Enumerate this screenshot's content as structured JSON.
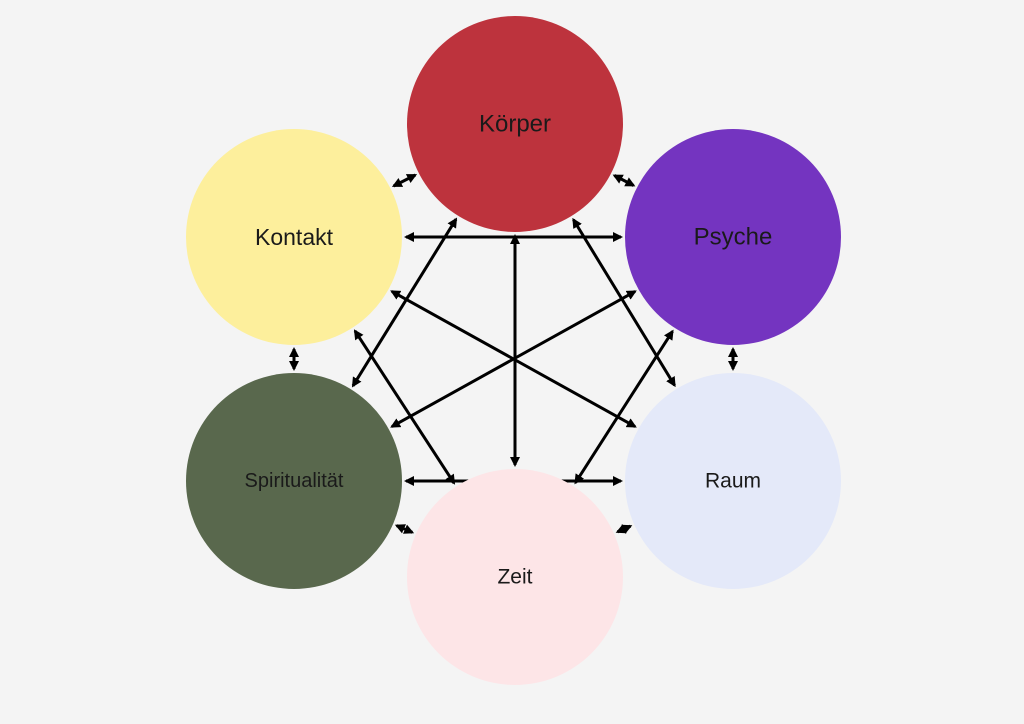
{
  "background_color": "#f4f4f4",
  "arrow_color": "#000000",
  "nodes": [
    {
      "id": "koerper",
      "label": "Körper",
      "color": "#bd333d"
    },
    {
      "id": "psyche",
      "label": "Psyche",
      "color": "#7434c0"
    },
    {
      "id": "raum",
      "label": "Raum",
      "color": "#e4e9f9"
    },
    {
      "id": "zeit",
      "label": "Zeit",
      "color": "#fde5e7"
    },
    {
      "id": "spiritualitaet",
      "label": "Spiritualität",
      "color": "#59684d"
    },
    {
      "id": "kontakt",
      "label": "Kontakt",
      "color": "#fdef9c"
    }
  ],
  "connections": [
    [
      "kontakt",
      "koerper"
    ],
    [
      "koerper",
      "psyche"
    ],
    [
      "psyche",
      "raum"
    ],
    [
      "raum",
      "zeit"
    ],
    [
      "zeit",
      "spiritualitaet"
    ],
    [
      "spiritualitaet",
      "kontakt"
    ],
    [
      "koerper",
      "zeit"
    ],
    [
      "koerper",
      "raum"
    ],
    [
      "koerper",
      "spiritualitaet"
    ],
    [
      "kontakt",
      "psyche"
    ],
    [
      "kontakt",
      "raum"
    ],
    [
      "kontakt",
      "zeit"
    ],
    [
      "psyche",
      "spiritualitaet"
    ],
    [
      "psyche",
      "zeit"
    ],
    [
      "spiritualitaet",
      "raum"
    ]
  ]
}
